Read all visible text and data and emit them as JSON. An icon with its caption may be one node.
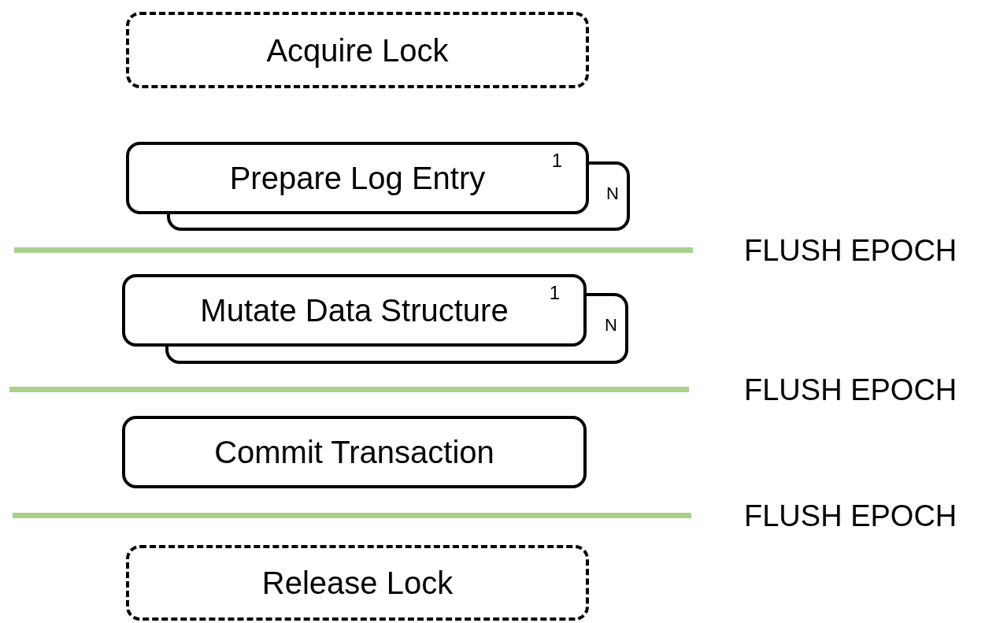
{
  "diagram": {
    "nodes": [
      {
        "text": [
          "Acquire Lock"
        ]
      },
      {
        "text": [
          "Prepare Log Entry",
          "1"
        ]
      },
      {
        "text": [
          "N"
        ]
      },
      {
        "text": [
          "Mutate Data Structure",
          "1"
        ]
      },
      {
        "text": [
          "N"
        ]
      },
      {
        "text": [
          "Commit Transaction"
        ]
      },
      {
        "text": [
          "Release Lock"
        ]
      }
    ],
    "labels": [
      "FLUSH EPOCH",
      "FLUSH EPOCH",
      "FLUSH EPOCH"
    ]
  }
}
